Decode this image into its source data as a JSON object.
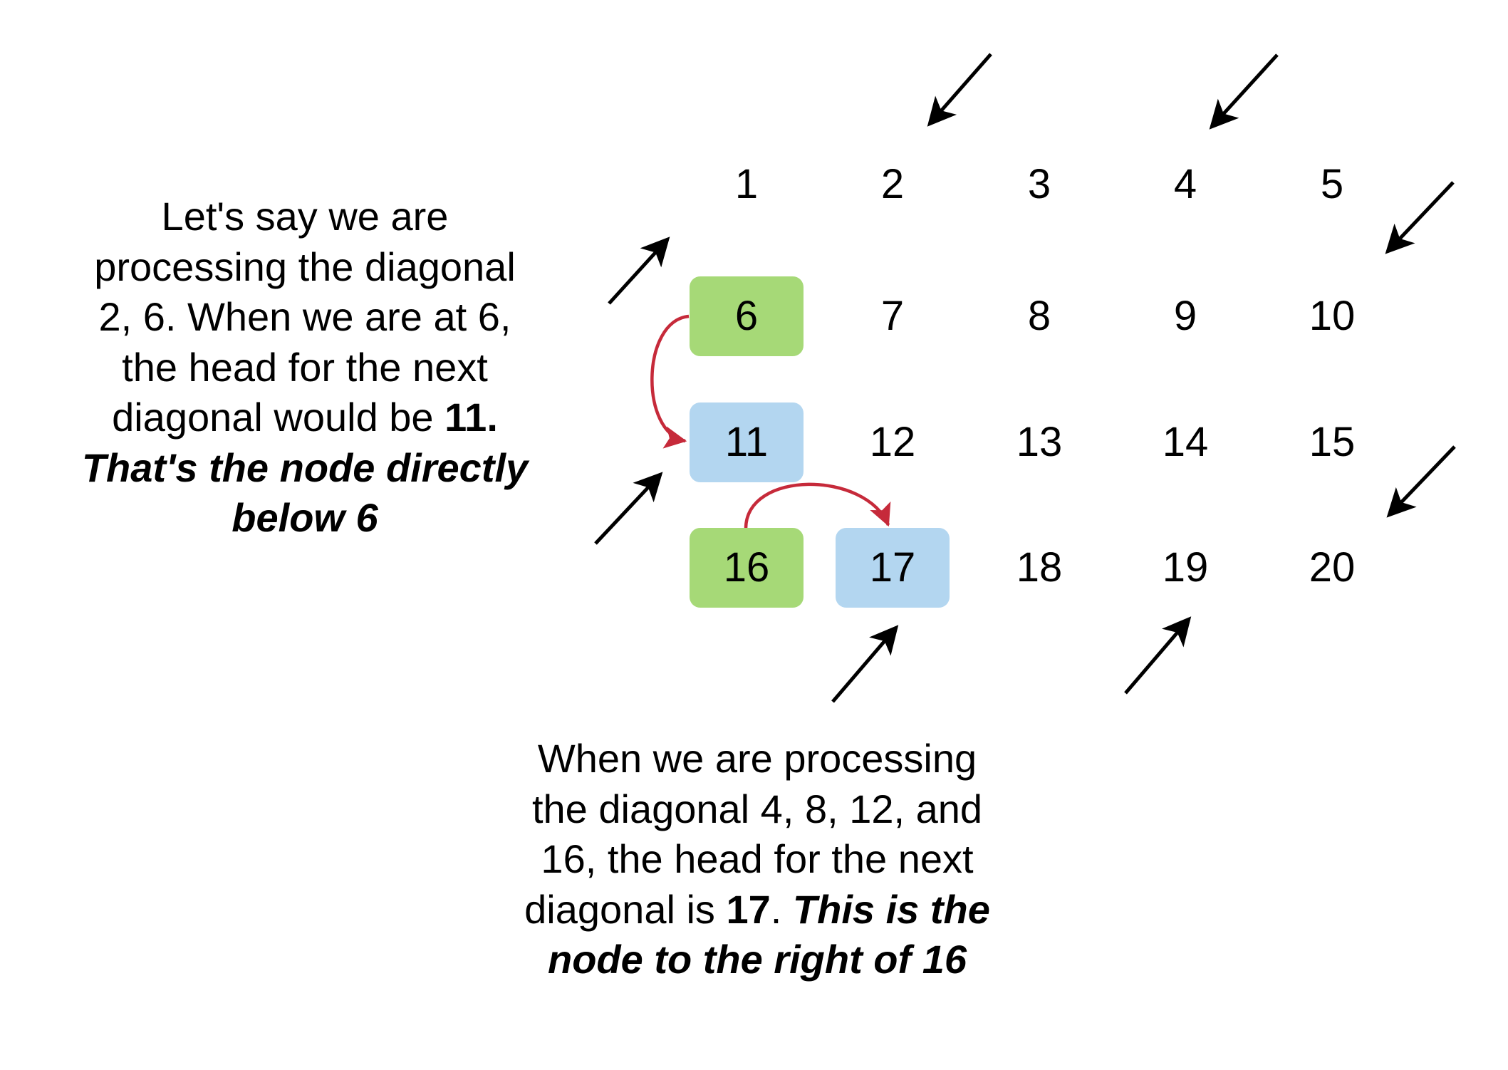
{
  "grid": {
    "columns_x": [
      1048,
      1253,
      1459,
      1664,
      1870
    ],
    "rows_y": [
      259,
      444,
      621,
      797
    ],
    "cells": [
      [
        "1",
        "2",
        "3",
        "4",
        "5"
      ],
      [
        "6",
        "7",
        "8",
        "9",
        "10"
      ],
      [
        "11",
        "12",
        "13",
        "14",
        "15"
      ],
      [
        "16",
        "17",
        "18",
        "19",
        "20"
      ]
    ],
    "highlights": {
      "green": [
        "6",
        "16"
      ],
      "blue": [
        "11",
        "17"
      ]
    }
  },
  "colors": {
    "green_box": "#a6d977",
    "blue_box": "#b3d6f0",
    "red_arrow": "#c62a3a",
    "black_arrow": "#000000"
  },
  "left_note": {
    "line1": "Let's say we are",
    "line2": "processing the diagonal",
    "line3": "2, 6. When we are at 6,",
    "line4": "the head for the next",
    "line5_regular": "diagonal would be ",
    "line5_bold": "11.",
    "line6_bold_italic": "That's the node directly",
    "line7_bold_italic": "below 6"
  },
  "bottom_note": {
    "line1": "When we are processing",
    "line2": "the diagonal 4, 8, 12, and",
    "line3": "16, the head for the next",
    "line4_regular": "diagonal is ",
    "line4_bold": "17",
    "line4_period": ". ",
    "line4_bold_italic": "This is the",
    "line5_bold_italic": "node to the right of 16"
  },
  "arrows": {
    "diagonal_direction": "down-left / up-right",
    "red_arrows": [
      {
        "from": "6",
        "to": "11",
        "meaning": "next diagonal head below"
      },
      {
        "from": "16",
        "to": "17",
        "meaning": "next diagonal head to the right"
      }
    ]
  }
}
